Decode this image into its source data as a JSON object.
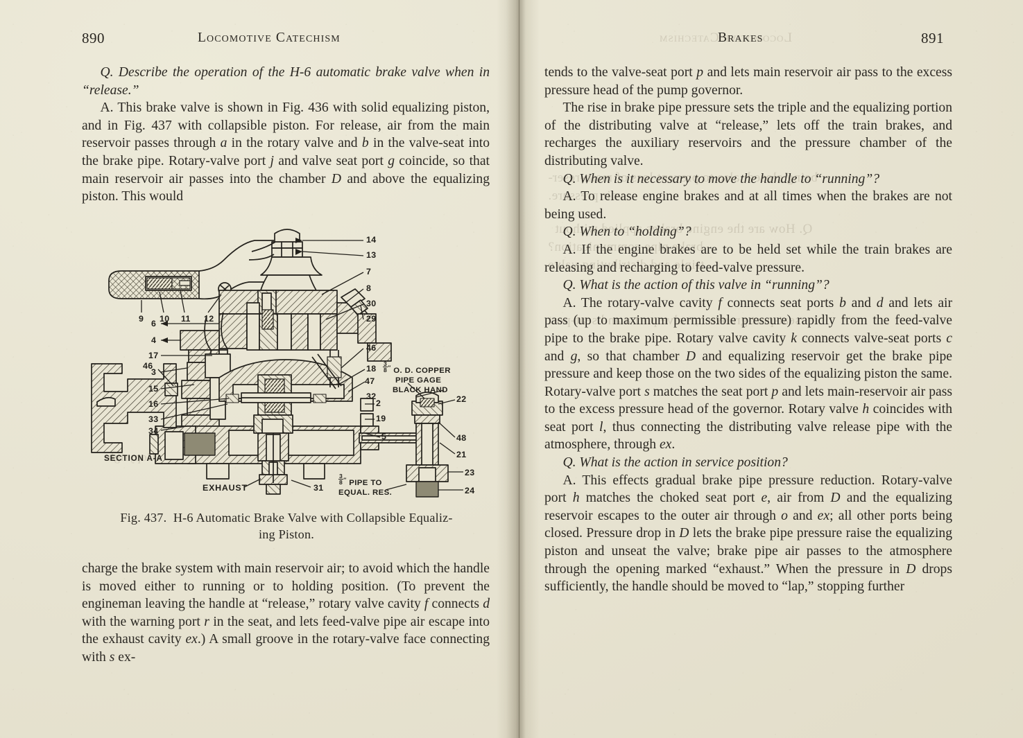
{
  "book": {
    "left_page": {
      "folio": "890",
      "running_head": "Locomotive Catechism"
    },
    "right_page": {
      "folio": "891",
      "running_head": "Brakes"
    }
  },
  "left_column": {
    "paragraphs": [
      {
        "style": "question",
        "text": "Q. Describe the operation of the H-6 automatic brake valve when in “release.”"
      },
      {
        "style": "answer",
        "text": "A. This brake valve is shown in Fig. 436 with solid equalizing piston, and in Fig. 437 with collapsible piston. For release, air from the main reservoir passes through a in the rotary valve and b in the valve-seat into the brake pipe. Rotary-valve port j and valve seat port g coincide, so that main reservoir air passes into the chamber D and above the equalizing piston. This would"
      }
    ],
    "after_figure": [
      {
        "style": "continuation",
        "text": "charge the brake system with main reservoir air; to avoid which the handle is moved either to running or to holding position. (To prevent the engineman leaving the handle at “release,” rotary valve cavity f connects d with the warning port r in the seat, and lets feed-valve pipe air escape into the exhaust cavity ex.) A small groove in the rotary-valve face connecting with s ex-"
      }
    ]
  },
  "right_column": {
    "paragraphs": [
      {
        "style": "continuation",
        "text": "tends to the valve-seat port p and lets main reservoir air pass to the excess pressure head of the pump governor."
      },
      {
        "style": "answer",
        "text": "The rise in brake pipe pressure sets the triple and the equalizing portion of the distributing valve at “release,” lets off the train brakes, and recharges the auxiliary reservoirs and the pressure chamber of the distributing valve."
      },
      {
        "style": "question",
        "text": "Q. When is it necessary to move the handle to “running”?"
      },
      {
        "style": "answer",
        "text": "A. To release engine brakes and at all times when the brakes are not being used."
      },
      {
        "style": "question",
        "text": "Q. When to “holding”?"
      },
      {
        "style": "answer",
        "text": "A. If the engine brakes are to be held set while the train brakes are releasing and recharging to feed-valve pressure."
      },
      {
        "style": "question",
        "text": "Q. What is the action of this valve in “running”?"
      },
      {
        "style": "answer",
        "text": "A. The rotary-valve cavity f connects seat ports b and d and lets air pass (up to maximum permissible pressure) rapidly from the feed-valve pipe to the brake pipe. Rotary valve cavity k connects valve-seat ports c and g, so that chamber D and equalizing reservoir get the brake pipe pressure and keep those on the two sides of the equalizing piston the same. Rotary-valve port s matches the seat port p and lets main-reservoir air pass to the excess pressure head of the governor. Rotary valve h coincides with seat port l, thus connecting the distributing valve release pipe with the atmosphere, through ex."
      },
      {
        "style": "question",
        "text": "Q. What is the action in service position?"
      },
      {
        "style": "answer",
        "text": "A. This effects gradual brake pipe pressure reduction. Rotary-valve port h matches the choked seat port e, air from D and the equalizing reservoir escapes to the outer air through o and ex; all other ports being closed. Pressure drop in D lets the brake pipe pressure raise the equalizing piston and unseat the valve; brake pipe air passes to the atmosphere through the opening marked “exhaust.” When the pressure in D drops sufficiently, the handle should be moved to “lap,” stopping further"
      }
    ]
  },
  "figure": {
    "number": "Fig. 437.",
    "caption_line_1": "H-6 Automatic Brake Valve with Collapsible Equaliz-",
    "caption_line_2": "ing Piston.",
    "section_label": "SECTION A-A",
    "exhaust_label": "EXHAUST",
    "gage_note": {
      "size": "3/8\"",
      "line_1": "O. D. COPPER",
      "line_2": "PIPE GAGE",
      "line_3": "BLACK HAND"
    },
    "equal_res_note": {
      "size": "3/8\"",
      "line_1": "PIPE TO",
      "line_2": "EQUAL. RES."
    },
    "callouts": [
      {
        "id": "c14",
        "label": "14"
      },
      {
        "id": "c13",
        "label": "13"
      },
      {
        "id": "c7",
        "label": "7"
      },
      {
        "id": "c8",
        "label": "8"
      },
      {
        "id": "c30",
        "label": "30"
      },
      {
        "id": "c29",
        "label": "29"
      },
      {
        "id": "c46r",
        "label": "46"
      },
      {
        "id": "c18",
        "label": "18"
      },
      {
        "id": "c47",
        "label": "47"
      },
      {
        "id": "c32",
        "label": "32"
      },
      {
        "id": "c2",
        "label": "2"
      },
      {
        "id": "c19",
        "label": "19"
      },
      {
        "id": "c5",
        "label": "5"
      },
      {
        "id": "c22",
        "label": "22"
      },
      {
        "id": "c48",
        "label": "48"
      },
      {
        "id": "c21",
        "label": "21"
      },
      {
        "id": "c23",
        "label": "23"
      },
      {
        "id": "c24",
        "label": "24"
      },
      {
        "id": "c9",
        "label": "9"
      },
      {
        "id": "c10",
        "label": "10"
      },
      {
        "id": "c11",
        "label": "11"
      },
      {
        "id": "c12",
        "label": "12"
      },
      {
        "id": "c6",
        "label": "6"
      },
      {
        "id": "c4",
        "label": "4"
      },
      {
        "id": "c17",
        "label": "17"
      },
      {
        "id": "c3",
        "label": "3"
      },
      {
        "id": "c15",
        "label": "15"
      },
      {
        "id": "c16",
        "label": "16"
      },
      {
        "id": "c33",
        "label": "33"
      },
      {
        "id": "c34",
        "label": "34"
      },
      {
        "id": "c46l",
        "label": "46"
      },
      {
        "id": "c31",
        "label": "31"
      }
    ]
  },
  "colors": {
    "paper": "#e9e5d3",
    "ink": "#2b2823",
    "drawing_ink": "#23211c",
    "hatch": "#4a4536",
    "gutter_shadow": "#50462e"
  }
}
